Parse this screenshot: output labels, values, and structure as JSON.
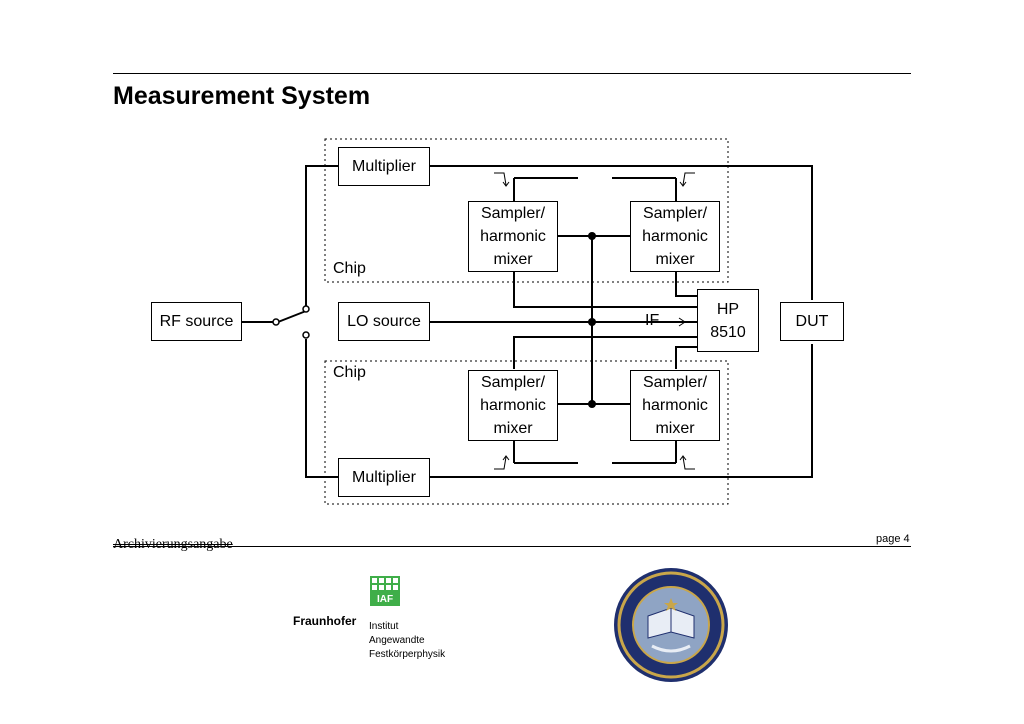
{
  "title": "Measurement System",
  "diagram": {
    "multiplier_top": "Multiplier",
    "multiplier_bottom": "Multiplier",
    "rf_source": "RF source",
    "lo_source": "LO source",
    "sampler_tl": "Sampler/ harmonic mixer",
    "sampler_tr": "Sampler/ harmonic mixer",
    "sampler_bl": "Sampler/ harmonic mixer",
    "sampler_br": "Sampler/ harmonic mixer",
    "hp": "HP 8510",
    "dut": "DUT",
    "chip_top": "Chip",
    "chip_bottom": "Chip",
    "if_label": "IF"
  },
  "footer": {
    "archive": "Archivierungsangabe",
    "page": "page 4",
    "fraunhofer": "Fraunhofer",
    "institute_line1": "Institut",
    "institute_line2": "Angewandte",
    "institute_line3": "Festkörperphysik",
    "iaf": "IAF"
  }
}
